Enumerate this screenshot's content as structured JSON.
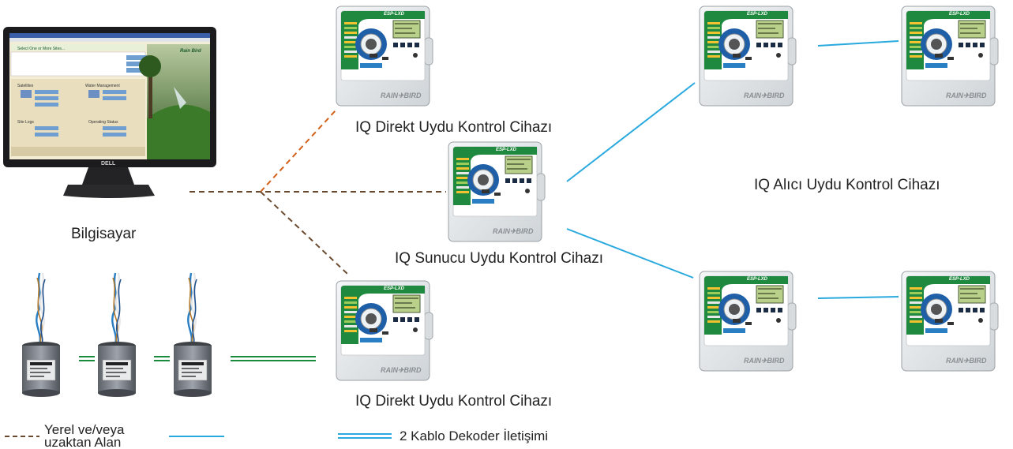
{
  "labels": {
    "computer": "Bilgisayar",
    "direct_top": "IQ Direkt Uydu Kontrol Cihazı",
    "server": "IQ Sunucu Uydu Kontrol Cihazı",
    "direct_bottom": "IQ Direkt Uydu Kontrol Cihazı",
    "receiver": "IQ Alıcı Uydu Kontrol Cihazı"
  },
  "legend": {
    "local_remote": "Yerel ve/veya uzaktan Alan",
    "two_wire": "2 Kablo Dekoder İletişimi"
  },
  "controller": {
    "model": "ESP-LXD",
    "brand": "RAIN✈BIRD"
  },
  "monitor": {
    "brand": "DELL",
    "header_text": "Select One or More Sites...",
    "logo_text": "Rain Bird",
    "panel_satellites": "Satellites",
    "panel_water": "Water Management",
    "panel_sitelogs": "Site Logs",
    "panel_ops": "Operating Status"
  },
  "colors": {
    "direct_line": "#d2601a",
    "local_line": "#6a4a2e",
    "wireless_line": "#29a9de",
    "twowire_green": "#1a8a3c",
    "twowire_blue": "#29a9de"
  }
}
